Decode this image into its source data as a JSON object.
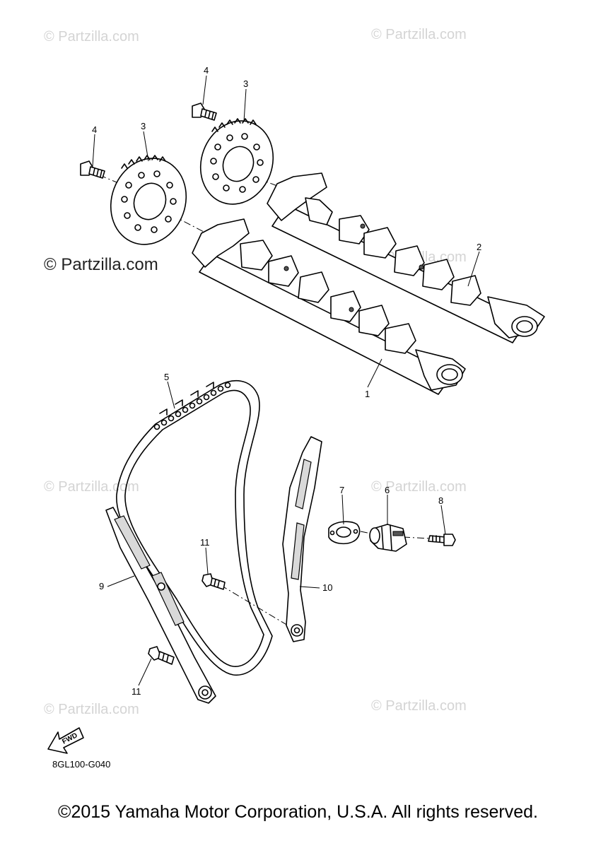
{
  "watermarks": {
    "faint": [
      "© Partzilla.com",
      "© Partzilla.com",
      "© Partzilla.com",
      "© Partzilla.com",
      "© Partzilla.com",
      "© Partzilla.com",
      "© Partzilla.com"
    ],
    "prominent": "© Partzilla.com"
  },
  "callouts": [
    "1",
    "2",
    "3",
    "3",
    "4",
    "4",
    "5",
    "6",
    "7",
    "8",
    "9",
    "10",
    "11",
    "11"
  ],
  "fwd_label": "FWD",
  "diagram_code": "8GL100-G040",
  "copyright": "©2015 Yamaha Motor Corporation, U.S.A. All rights reserved."
}
